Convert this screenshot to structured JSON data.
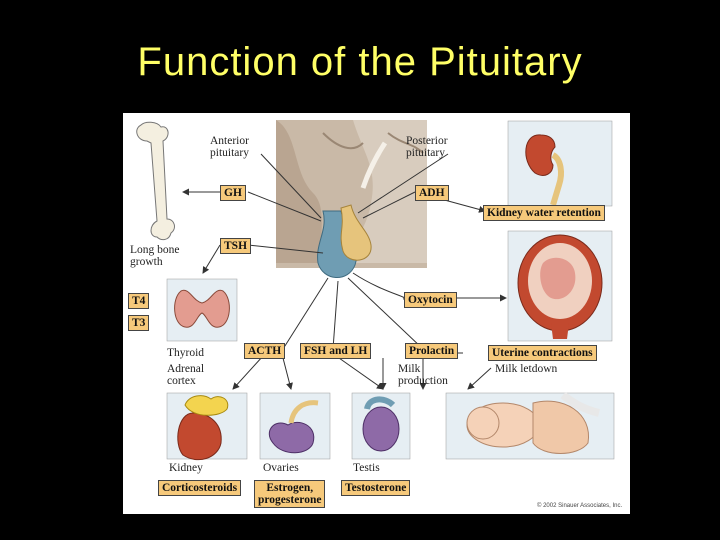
{
  "title": "Function of the Pituitary",
  "labels": {
    "anterior": "Anterior\npituitary",
    "posterior": "Posterior\npituitary",
    "long_bone": "Long bone\ngrowth",
    "thyroid": "Thyroid",
    "adrenal": "Adrenal\ncortex",
    "milk_production": "Milk\nproduction",
    "milk_letdown": "Milk letdown",
    "kidney": "Kidney",
    "ovaries": "Ovaries",
    "testis": "Testis",
    "copyright": "© 2002 Sinauer Associates, Inc."
  },
  "hormones": {
    "gh": "GH",
    "adh": "ADH",
    "tsh": "TSH",
    "t4": "T4",
    "t3": "T3",
    "oxytocin": "Oxytocin",
    "acth": "ACTH",
    "fsh_lh": "FSH and LH",
    "prolactin": "Prolactin"
  },
  "effects": {
    "kidney_water": "Kidney water retention",
    "uterine": "Uterine contractions",
    "corticosteroids": "Corticosteroids",
    "estrogen_line1": "Estrogen,",
    "estrogen_line2": "progesterone",
    "testosterone": "Testosterone"
  },
  "colors": {
    "title": "#ffff66",
    "hormone_box": "#f6c97b",
    "anterior_lobe": "#6f9db3",
    "posterior_lobe": "#e6c47c",
    "brain": "#c8b8a6"
  }
}
